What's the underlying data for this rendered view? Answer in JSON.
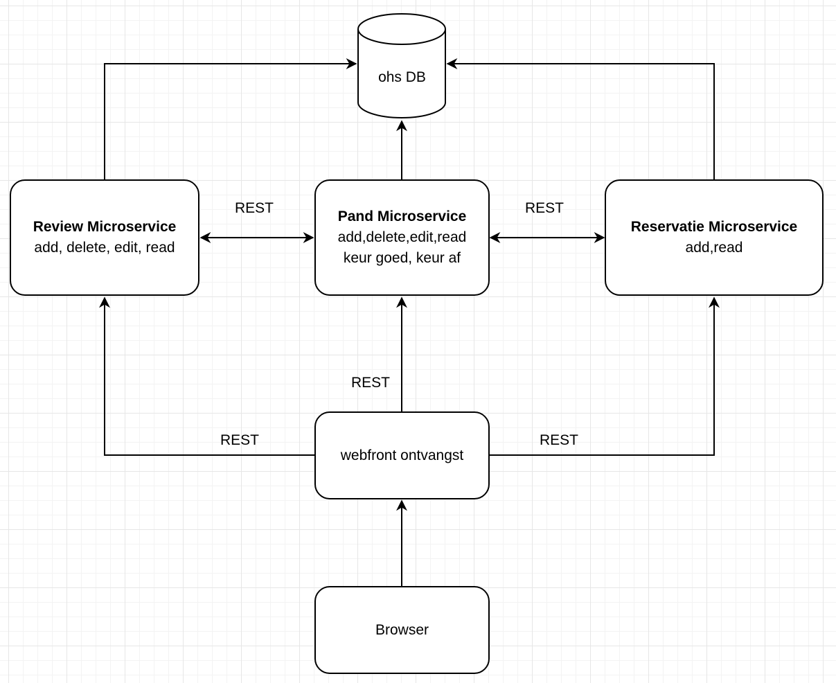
{
  "database": {
    "label": "ohs DB"
  },
  "nodes": {
    "review": {
      "title": "Review Microservice",
      "lines": [
        "add, delete, edit, read"
      ]
    },
    "pand": {
      "title": "Pand Microservice",
      "lines": [
        "add,delete,edit,read",
        "keur goed, keur af"
      ]
    },
    "reservatie": {
      "title": "Reservatie Microservice",
      "lines": [
        "add,read"
      ]
    },
    "webfront": {
      "label": "webfront ontvangst"
    },
    "browser": {
      "label": "Browser"
    }
  },
  "edge_labels": {
    "review_pand": "REST",
    "pand_reservatie": "REST",
    "webfront_pand": "REST",
    "webfront_review": "REST",
    "webfront_reservatie": "REST"
  },
  "colors": {
    "stroke": "#000000",
    "fill": "#ffffff",
    "grid": "#e6e6e6"
  }
}
